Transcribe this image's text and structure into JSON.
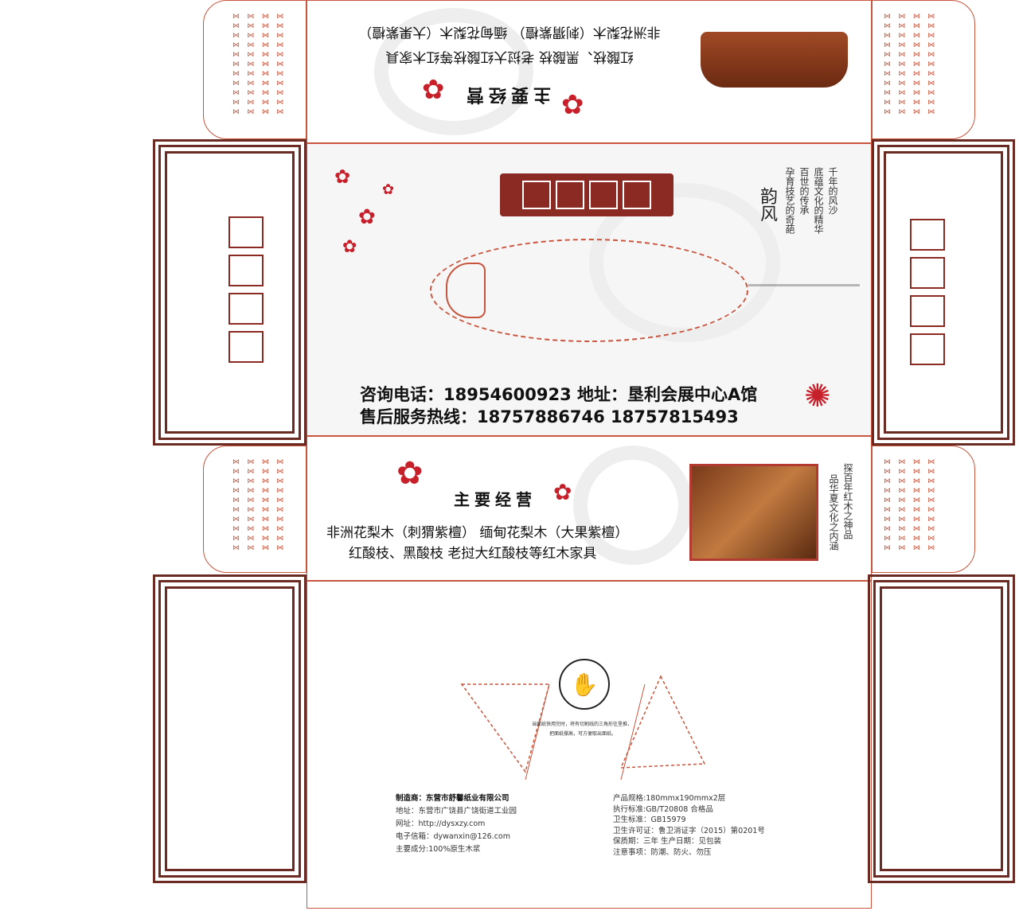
{
  "top_flap": {
    "line1": "非洲花梨木（刺猬紫檀） 缅甸花梨木（大果紫檀）",
    "line2": "红酸枝、黑酸枝  老挝大红酸枝等红木家具",
    "heading": "主要经营"
  },
  "top_face": {
    "poem": [
      "千年的风沙",
      "底蕴文化的精华",
      "百世的传承",
      "孕育技艺的奇葩"
    ],
    "poem_title": "韵风",
    "phone_line": "咨询电话：18954600923  地址：垦利会展中心A馆",
    "service_line": "售后服务热线：18757886746    18757815493"
  },
  "front": {
    "heading": "主要经营",
    "line1": "非洲花梨木（刺猬紫檀） 缅甸花梨木（大果紫檀）",
    "line2": "红酸枝、黑酸枝  老挝大红酸枝等红木家具",
    "vertical": [
      "探百年红木之神品",
      "品华夏文化之内涵"
    ]
  },
  "bottom": {
    "instruction1": "当面纸快用完时，将有切割线的三角形往里推，",
    "instruction2": "把面纸撑高，可方便取出面纸。",
    "left_info": [
      "制造商：东营市舒馨纸业有限公司",
      "地址：东营市广饶县广饶街道工业园",
      "网址：http://dysxzy.com",
      "电子信箱：dywanxin@126.com",
      "主要成分:100%原生木浆"
    ],
    "right_info": [
      "产品规格:180mmx190mmx2层",
      "执行标准:GB/T20808 合格品",
      "卫生标准：GB15979",
      "卫生许可证：鲁卫消证字（2015）第0201号",
      "保质期：三年 生产日期：见包装",
      "注意事项：防潮、防火、勿压"
    ]
  },
  "colors": {
    "accent": "#8b2a22",
    "cutline": "#c8553d",
    "lattice": "#6b2b22",
    "blossom": "#c8202a"
  }
}
